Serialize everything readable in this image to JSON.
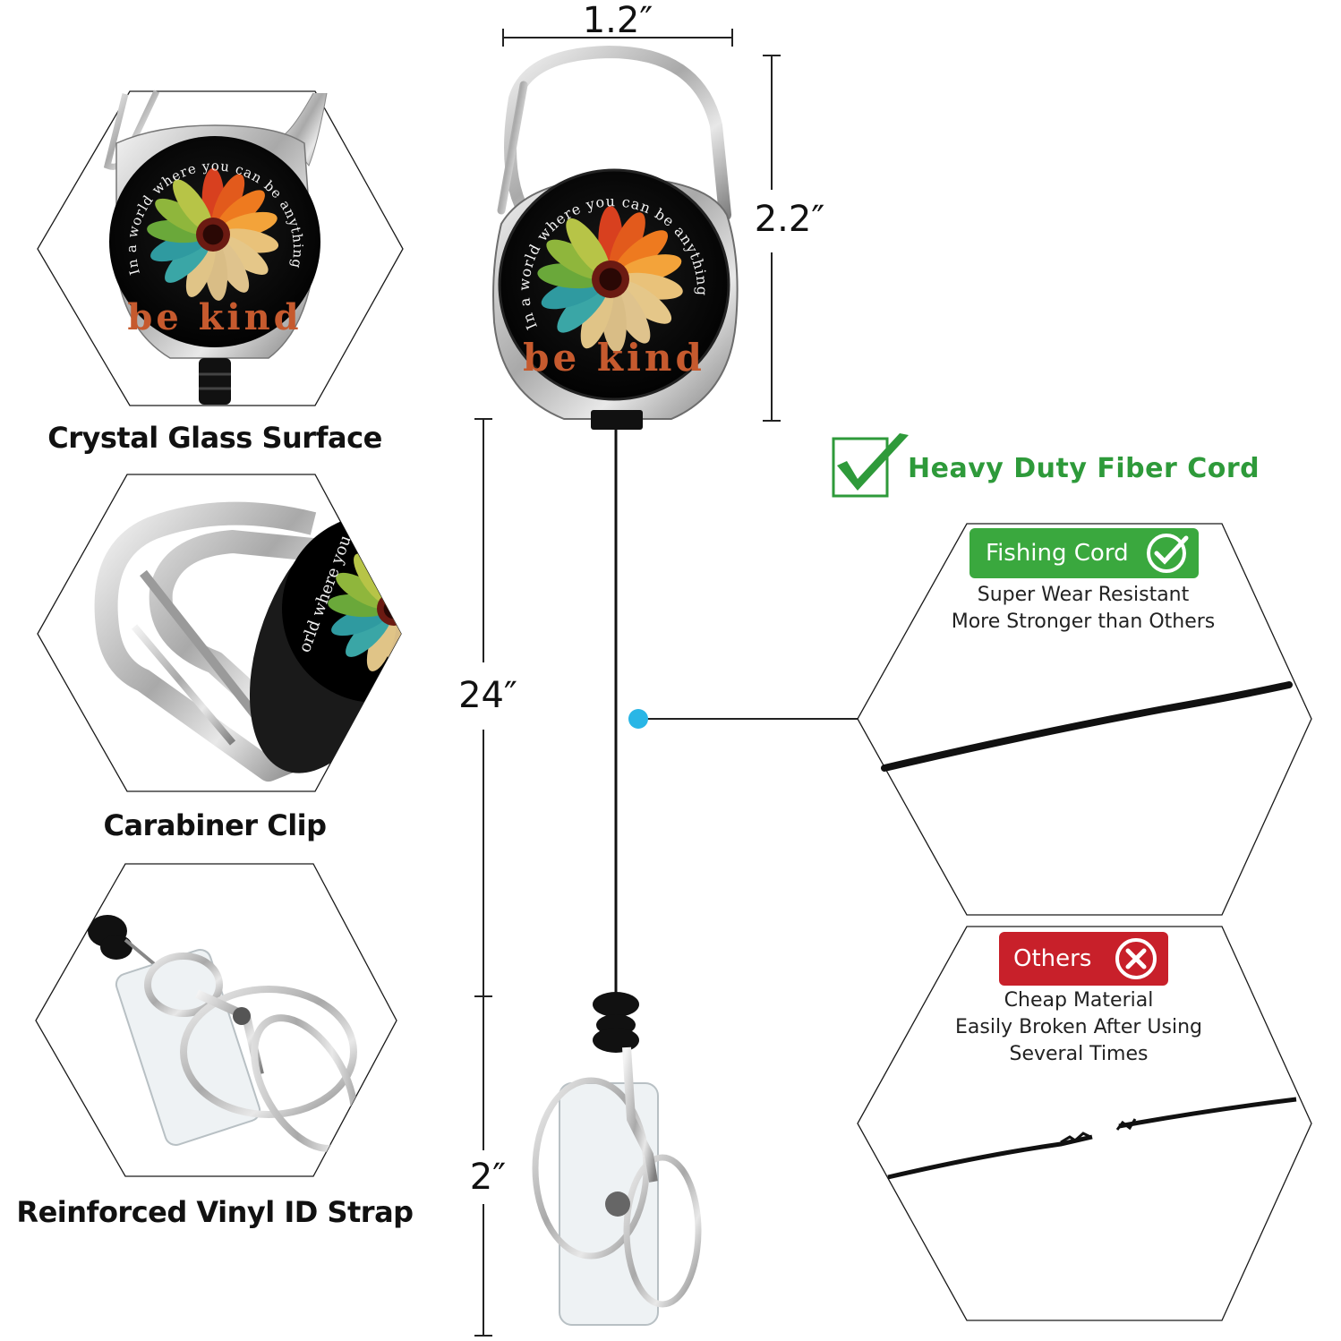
{
  "dimensions": {
    "width": "1.2″",
    "height": "2.2″",
    "cord_length": "24″",
    "strap_length": "2″"
  },
  "features": [
    {
      "label": "Crystal Glass Surface"
    },
    {
      "label": "Carabiner Clip"
    },
    {
      "label": "Reinforced Vinyl ID Strap"
    }
  ],
  "badge_face": {
    "arc_text": "In a world where you can be anything",
    "main_text": "be kind"
  },
  "cord_heading": "Heavy Duty Fiber Cord",
  "comparison": {
    "good": {
      "badge": "Fishing Cord",
      "icon": "check-circle-icon",
      "color": "#3aa83e",
      "lines": [
        "Super Wear Resistant",
        "More Stronger than Others"
      ]
    },
    "bad": {
      "badge": "Others",
      "icon": "x-circle-icon",
      "color": "#c8202a",
      "lines": [
        "Cheap Material",
        "Easily Broken After Using",
        "Several Times"
      ]
    }
  },
  "colors": {
    "accent_green": "#2e9a3a",
    "dot_blue": "#29b6e6"
  }
}
